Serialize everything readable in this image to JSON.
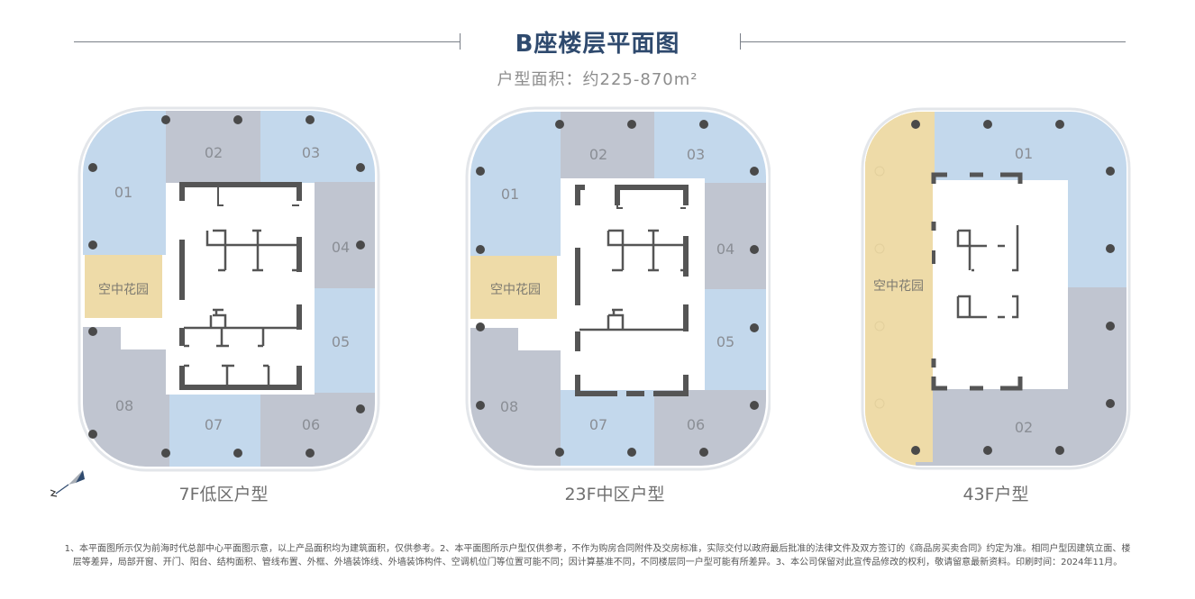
{
  "header": {
    "title": "B座楼层平面图",
    "subtitle": "户型面积：约225-870m²"
  },
  "colors": {
    "title": "#2f4a6e",
    "unit_blue": "#c3d8ec",
    "unit_gray": "#c0c5d0",
    "sky_garden": "#eedba8",
    "core_wall": "#555555",
    "column": "#4a4a4a"
  },
  "plans": [
    {
      "label": "7F低区户型",
      "units": [
        "01",
        "02",
        "03",
        "04",
        "05",
        "06",
        "07",
        "08"
      ],
      "garden": "空中花园"
    },
    {
      "label": "23F中区户型",
      "units": [
        "01",
        "02",
        "03",
        "04",
        "05",
        "06",
        "07",
        "08"
      ],
      "garden": "空中花园"
    },
    {
      "label": "43F户型",
      "units": [
        "01",
        "02"
      ],
      "garden": "空中花园"
    }
  ],
  "compass": {
    "icon": "north-arrow-icon",
    "letter": "N"
  },
  "footnote": {
    "line1": "1、本平面图所示仅为前海时代总部中心平面图示意，以上产品面积均为建筑面积，仅供参考。2、本平面图所示户型仅供参考，不作为购房合同附件及交房标准，实际交付以政府最后批准的法律文件及双方签订的《商品房买卖合同》约定为准。相同户型因建筑立面、楼",
    "line2": "层等差异，局部开窗、开门、阳台、结构面积、管线布置、外框、外墙装饰线、外墙装饰构件、空调机位门等位置可能不同；因计算基准不同，不同楼层同一户型可能有所差异。3、本公司保留对此宣传品修改的权利，敬请留意最新资料。印刷时间：2024年11月。"
  }
}
